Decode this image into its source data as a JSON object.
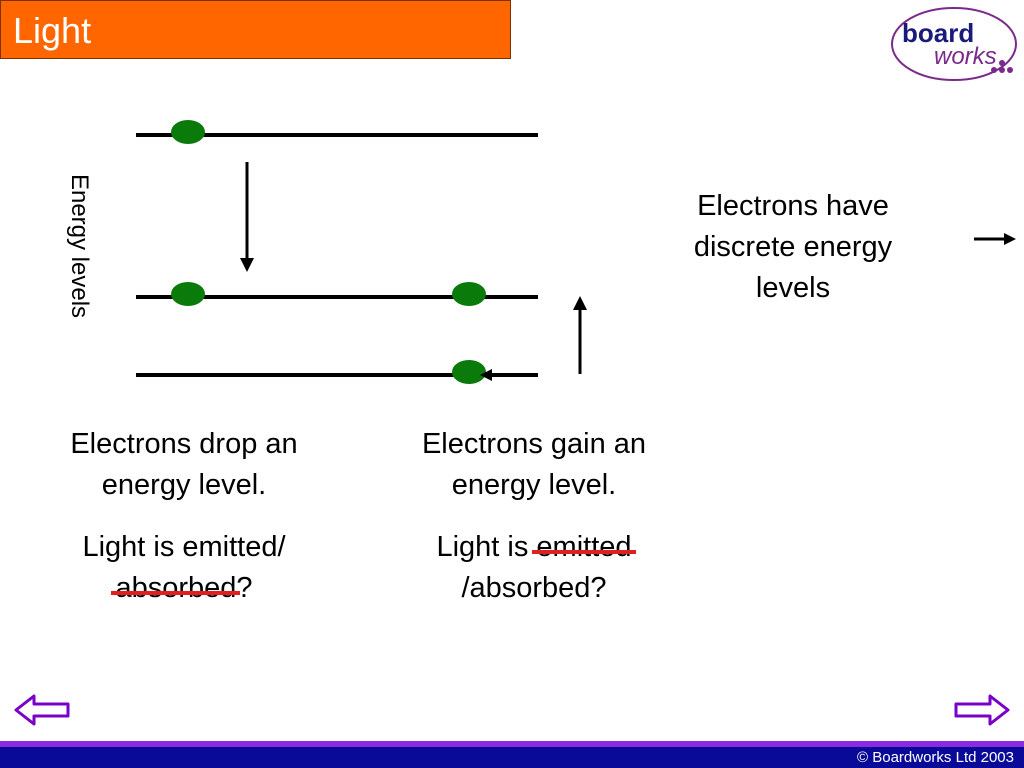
{
  "header": {
    "title": "Light"
  },
  "logo": {
    "line1": "board",
    "line2": "works"
  },
  "diagram": {
    "axis_label": "Energy levels",
    "note": "Electrons have discrete energy levels"
  },
  "captions": {
    "left": {
      "change": "Electrons drop an energy level.",
      "light_prefix": "Light is emitted/",
      "light_struck": "absorbed",
      "light_suffix": "?"
    },
    "right": {
      "change": "Electrons gain an energy level.",
      "light_prefix": "Light is ",
      "light_struck": "emitted",
      "light_suffix": "/absorbed?"
    }
  },
  "nav": {
    "prev_icon": "hollow-left-arrow-icon",
    "next_icon": "hollow-right-arrow-icon"
  },
  "footer": {
    "copyright": "© Boardworks Ltd 2003"
  },
  "colors": {
    "title_bar": "#ff6600",
    "electron": "#0a7a0a",
    "strike": "#e02020",
    "nav_arrow": "#7a00c8",
    "footer": "#0a0a99",
    "footer_stripe": "#8a2be2",
    "logo_ring": "#7a2a8a"
  }
}
